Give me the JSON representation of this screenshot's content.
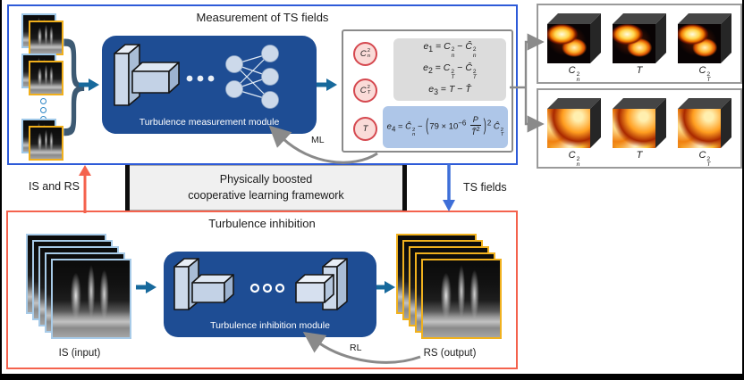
{
  "palette": {
    "measurement_border": "#2e5bd8",
    "inhibition_border": "#f4624d",
    "module_fill": "#1e4d94",
    "framework_fill": "#f0f0f0",
    "equations_gray_fill": "#dcdcdc",
    "equation_physics_fill": "#aec6e8",
    "output_circle_fill": "#fadbd8",
    "output_circle_border": "#d5484f",
    "panel_border": "#9a9a9a",
    "flow_arrow_blue": "#17699c",
    "ts_arrow_blue": "#3e6fd8",
    "is_frame_blue": "#a8cbe8",
    "rs_frame_yellow": "#f0b11e",
    "loop_arrow_gray": "#8a8a8a"
  },
  "measurement": {
    "title": "Measurement of TS fields",
    "module_label": "Turbulence measurement module",
    "ml_label": "ML"
  },
  "symbols": {
    "cn2_html": "<i>C</i><span class='ss'><span>2</span><span>n</span></span>",
    "ct2_html": "<i>C</i><span class='ss'><span>2</span><span>T</span></span>",
    "t_html": "<i>T</i>"
  },
  "equations": {
    "e1_html": "<i>e</i><sub>1</sub> = <i>C</i><span class='ss'><span>2</span><span>n</span></span> − <i>Ĉ</i><span class='ss'><span>2</span><span>n</span></span>",
    "e2_html": "<i>e</i><sub>2</sub> = <i>C</i><span class='ss'><span>2</span><span>T</span></span> − <i>Ĉ</i><span class='ss'><span>2</span><span>T</span></span>",
    "e3_html": "<i>e</i><sub>3</sub> = <i>T</i> − <i>T̂</i>",
    "e4_html": "<i>e</i><sub>4</sub> = <i>Ĉ</i><span class='ss'><span>2</span><span>n</span></span> − <span class='bigp'>(</span>79 × 10<sup>−6</sup> <span class='frac'><span class='num'><i>P</i></span><span class='den'><i>T̂</i><sup>2</sup></span></span><span class='bigp'>)</span><sup>2</sup> <i>Ĉ</i><span class='ss'><span>2</span><span>T</span></span>"
  },
  "framework": {
    "line1": "Physically boosted",
    "line2": "cooperative learning framework"
  },
  "flow_labels": {
    "is_and_rs": "IS and RS",
    "ts_fields": "TS fields"
  },
  "inhibition": {
    "title": "Turbulence inhibition",
    "module_label": "Turbulence inhibition module",
    "rl_label": "RL",
    "input_label": "IS (input)",
    "output_label": "RS (output)"
  },
  "ts_panels": {
    "top_cubes": [
      "Cn^2",
      "T",
      "CT^2"
    ],
    "bottom_cubes": [
      "Cn^2",
      "T",
      "CT^2"
    ]
  }
}
